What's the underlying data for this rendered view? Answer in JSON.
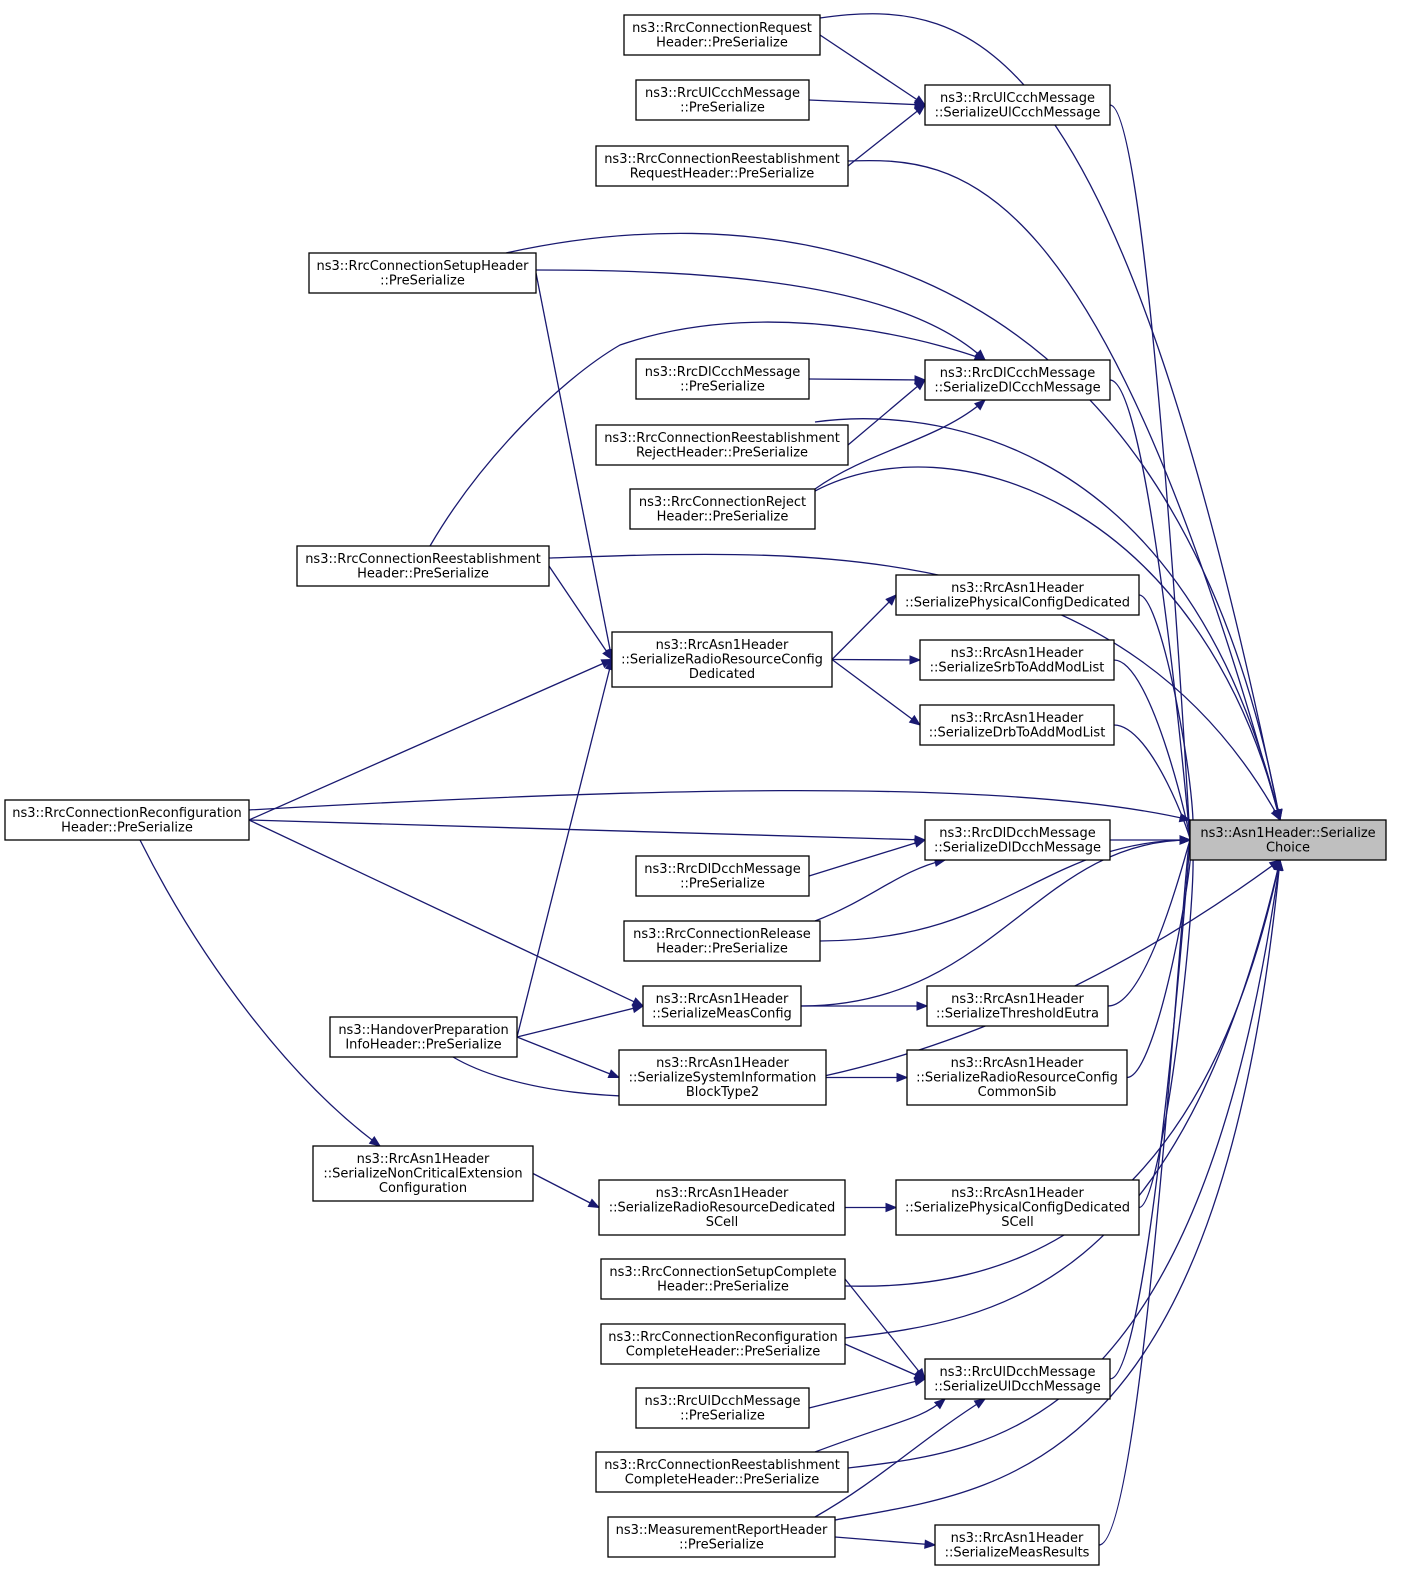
{
  "nodes": [
    {
      "id": "target",
      "lines": [
        "ns3::Asn1Header::Serialize",
        "Choice"
      ],
      "focus": true
    },
    {
      "id": "ulccch_ser",
      "lines": [
        "ns3::RrcUlCcchMessage",
        "::SerializeUlCcchMessage"
      ]
    },
    {
      "id": "conn_req",
      "lines": [
        "ns3::RrcConnectionRequest",
        "Header::PreSerialize"
      ]
    },
    {
      "id": "ulccch_pre",
      "lines": [
        "ns3::RrcUlCcchMessage",
        "::PreSerialize"
      ]
    },
    {
      "id": "reest_req",
      "lines": [
        "ns3::RrcConnectionReestablishment",
        "RequestHeader::PreSerialize"
      ]
    },
    {
      "id": "setup",
      "lines": [
        "ns3::RrcConnectionSetupHeader",
        "::PreSerialize"
      ]
    },
    {
      "id": "dlccch_ser",
      "lines": [
        "ns3::RrcDlCcchMessage",
        "::SerializeDlCcchMessage"
      ]
    },
    {
      "id": "dlccch_pre",
      "lines": [
        "ns3::RrcDlCcchMessage",
        "::PreSerialize"
      ]
    },
    {
      "id": "reest_rej",
      "lines": [
        "ns3::RrcConnectionReestablishment",
        "RejectHeader::PreSerialize"
      ]
    },
    {
      "id": "conn_rej",
      "lines": [
        "ns3::RrcConnectionReject",
        "Header::PreSerialize"
      ]
    },
    {
      "id": "reest",
      "lines": [
        "ns3::RrcConnectionReestablishment",
        "Header::PreSerialize"
      ]
    },
    {
      "id": "phys_ded",
      "lines": [
        "ns3::RrcAsn1Header",
        "::SerializePhysicalConfigDedicated"
      ]
    },
    {
      "id": "rrc_ded",
      "lines": [
        "ns3::RrcAsn1Header",
        "::SerializeRadioResourceConfig",
        "Dedicated"
      ]
    },
    {
      "id": "srb",
      "lines": [
        "ns3::RrcAsn1Header",
        "::SerializeSrbToAddModList"
      ]
    },
    {
      "id": "drb",
      "lines": [
        "ns3::RrcAsn1Header",
        "::SerializeDrbToAddModList"
      ]
    },
    {
      "id": "reconf",
      "lines": [
        "ns3::RrcConnectionReconfiguration",
        "Header::PreSerialize"
      ]
    },
    {
      "id": "dldcch_ser",
      "lines": [
        "ns3::RrcDlDcchMessage",
        "::SerializeDlDcchMessage"
      ]
    },
    {
      "id": "dldcch_pre",
      "lines": [
        "ns3::RrcDlDcchMessage",
        "::PreSerialize"
      ]
    },
    {
      "id": "release",
      "lines": [
        "ns3::RrcConnectionRelease",
        "Header::PreSerialize"
      ]
    },
    {
      "id": "meascfg",
      "lines": [
        "ns3::RrcAsn1Header",
        "::SerializeMeasConfig"
      ]
    },
    {
      "id": "thresh",
      "lines": [
        "ns3::RrcAsn1Header",
        "::SerializeThresholdEutra"
      ]
    },
    {
      "id": "handover",
      "lines": [
        "ns3::HandoverPreparation",
        "InfoHeader::PreSerialize"
      ]
    },
    {
      "id": "sib2",
      "lines": [
        "ns3::RrcAsn1Header",
        "::SerializeSystemInformation",
        "BlockType2"
      ]
    },
    {
      "id": "rrc_common",
      "lines": [
        "ns3::RrcAsn1Header",
        "::SerializeRadioResourceConfig",
        "CommonSib"
      ]
    },
    {
      "id": "noncrit",
      "lines": [
        "ns3::RrcAsn1Header",
        "::SerializeNonCriticalExtension",
        "Configuration"
      ]
    },
    {
      "id": "rrc_ded_scell",
      "lines": [
        "ns3::RrcAsn1Header",
        "::SerializeRadioResourceDedicated",
        "SCell"
      ]
    },
    {
      "id": "phys_ded_scell",
      "lines": [
        "ns3::RrcAsn1Header",
        "::SerializePhysicalConfigDedicated",
        "SCell"
      ]
    },
    {
      "id": "setup_compl",
      "lines": [
        "ns3::RrcConnectionSetupComplete",
        "Header::PreSerialize"
      ]
    },
    {
      "id": "reconf_compl",
      "lines": [
        "ns3::RrcConnectionReconfiguration",
        "CompleteHeader::PreSerialize"
      ]
    },
    {
      "id": "uldcch_ser",
      "lines": [
        "ns3::RrcUlDcchMessage",
        "::SerializeUlDcchMessage"
      ]
    },
    {
      "id": "uldcch_pre",
      "lines": [
        "ns3::RrcUlDcchMessage",
        "::PreSerialize"
      ]
    },
    {
      "id": "reest_compl",
      "lines": [
        "ns3::RrcConnectionReestablishment",
        "CompleteHeader::PreSerialize"
      ]
    },
    {
      "id": "meas_report",
      "lines": [
        "ns3::MeasurementReportHeader",
        "::PreSerialize"
      ]
    },
    {
      "id": "meas_results",
      "lines": [
        "ns3::RrcAsn1Header",
        "::SerializeMeasResults"
      ]
    }
  ],
  "edges": [
    [
      "conn_req",
      "ulccch_ser"
    ],
    [
      "ulccch_pre",
      "ulccch_ser"
    ],
    [
      "reest_req",
      "ulccch_ser"
    ],
    [
      "setup",
      "dlccch_ser"
    ],
    [
      "dlccch_pre",
      "dlccch_ser"
    ],
    [
      "reest_rej",
      "dlccch_ser"
    ],
    [
      "conn_rej",
      "dlccch_ser"
    ],
    [
      "reest",
      "dlccch_ser"
    ],
    [
      "setup",
      "rrc_ded"
    ],
    [
      "reest",
      "rrc_ded"
    ],
    [
      "reconf",
      "rrc_ded"
    ],
    [
      "handover",
      "rrc_ded"
    ],
    [
      "rrc_ded",
      "phys_ded"
    ],
    [
      "rrc_ded",
      "srb"
    ],
    [
      "rrc_ded",
      "drb"
    ],
    [
      "reconf",
      "dldcch_ser"
    ],
    [
      "dldcch_pre",
      "dldcch_ser"
    ],
    [
      "release",
      "dldcch_ser"
    ],
    [
      "reconf",
      "meascfg"
    ],
    [
      "handover",
      "meascfg"
    ],
    [
      "meascfg",
      "thresh"
    ],
    [
      "handover",
      "sib2"
    ],
    [
      "sib2",
      "rrc_common"
    ],
    [
      "reconf",
      "noncrit"
    ],
    [
      "noncrit",
      "rrc_ded_scell"
    ],
    [
      "rrc_ded_scell",
      "phys_ded_scell"
    ],
    [
      "setup_compl",
      "uldcch_ser"
    ],
    [
      "reconf_compl",
      "uldcch_ser"
    ],
    [
      "uldcch_pre",
      "uldcch_ser"
    ],
    [
      "reest_compl",
      "uldcch_ser"
    ],
    [
      "meas_report",
      "uldcch_ser"
    ],
    [
      "meas_report",
      "meas_results"
    ],
    [
      "conn_req",
      "target"
    ],
    [
      "ulccch_ser",
      "target"
    ],
    [
      "reest_req",
      "target"
    ],
    [
      "setup",
      "target"
    ],
    [
      "dlccch_ser",
      "target"
    ],
    [
      "reest_rej",
      "target"
    ],
    [
      "conn_rej",
      "target"
    ],
    [
      "reest",
      "target"
    ],
    [
      "phys_ded",
      "target"
    ],
    [
      "srb",
      "target"
    ],
    [
      "drb",
      "target"
    ],
    [
      "reconf",
      "target"
    ],
    [
      "dldcch_ser",
      "target"
    ],
    [
      "release",
      "target"
    ],
    [
      "meascfg",
      "target"
    ],
    [
      "thresh",
      "target"
    ],
    [
      "rrc_common",
      "target"
    ],
    [
      "handover",
      "target"
    ],
    [
      "phys_ded_scell",
      "target"
    ],
    [
      "setup_compl",
      "target"
    ],
    [
      "reconf_compl",
      "target"
    ],
    [
      "uldcch_ser",
      "target"
    ],
    [
      "reest_compl",
      "target"
    ],
    [
      "meas_report",
      "target"
    ],
    [
      "meas_results",
      "target"
    ]
  ]
}
